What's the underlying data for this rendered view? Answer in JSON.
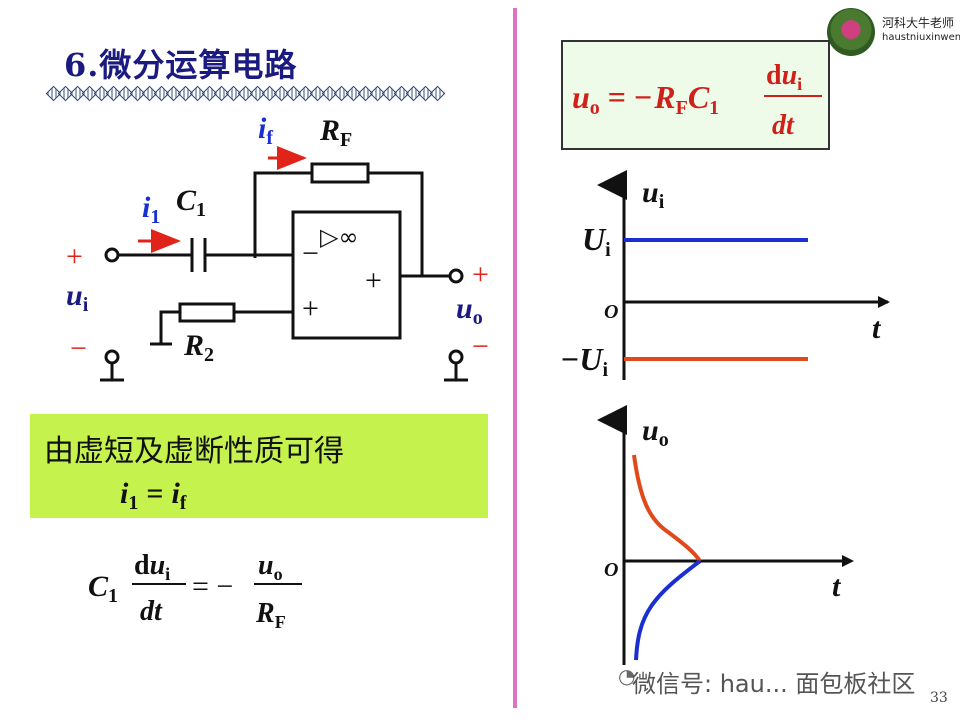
{
  "title": "6.微分运算电路",
  "logo": {
    "line1": "河科大牛老师",
    "line2": "haustniuxinwen"
  },
  "circuit": {
    "if_label": "i",
    "if_sub": "f",
    "rf_label": "R",
    "rf_sub": "F",
    "i1_label": "i",
    "i1_sub": "1",
    "c1_label": "C",
    "c1_sub": "1",
    "r2_label": "R",
    "r2_sub": "2",
    "ui_label": "u",
    "ui_sub": "i",
    "uo_label": "u",
    "uo_sub": "o",
    "plus": "+",
    "minus": "−",
    "opamp_minus": "−",
    "opamp_plus": "+",
    "opamp_out_plus": "+",
    "opamp_symbol": "▷∞"
  },
  "conclusion": {
    "text": "由虚短及虚断性质可得",
    "eq_lhs": "i",
    "eq_lhs_sub": "1",
    "eq_sign": "=",
    "eq_rhs": "i",
    "eq_rhs_sub": "f"
  },
  "equation": {
    "c": "C",
    "c_sub": "1",
    "num_d": "d",
    "num_u": "u",
    "num_sub": "i",
    "den": "dt",
    "eq": "= −",
    "rnum": "u",
    "rnum_sub": "o",
    "rden": "R",
    "rden_sub": "F"
  },
  "formula": {
    "lhs": "u",
    "lhs_sub": "o",
    "eq": "= −",
    "r": "R",
    "r_sub": "F",
    "c": "C",
    "c_sub": "1",
    "num_d": "d",
    "num_u": "u",
    "num_sub": "i",
    "den": "dt"
  },
  "graph_ui": {
    "ylabel": "u",
    "ylabel_sub": "i",
    "xlabel": "t",
    "origin": "O",
    "pos_level": "U",
    "pos_sub": "i",
    "neg_level": "−U",
    "neg_sub": "i",
    "pos_color": "#1a2fd0",
    "neg_color": "#e04a1a"
  },
  "graph_uo": {
    "ylabel": "u",
    "ylabel_sub": "o",
    "xlabel": "t",
    "origin": "O",
    "pos_color": "#e04a1a",
    "neg_color": "#1a2fd0"
  },
  "watermark": "微信号: hau... 面包板社区",
  "page_number": "33"
}
